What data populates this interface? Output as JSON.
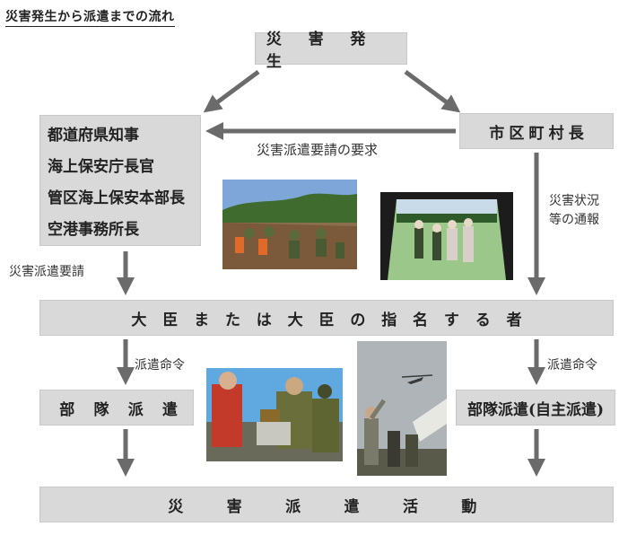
{
  "title": "災害発生から派遣までの流れ",
  "nodes": {
    "disaster": "災 害 発 生",
    "mayor": "市区町村長",
    "governors": [
      "都道府県知事",
      "海上保安庁長官",
      "管区海上保安本部長",
      "空港事務所長"
    ],
    "minister": "大臣または大臣の指名する者",
    "dispatch_left": "部 隊 派 遣",
    "dispatch_right": "部隊派遣(自主派遣)",
    "activity": "災 害 派 遣 活 動"
  },
  "edges": {
    "mayor_to_gov": "災害派遣要請の要求",
    "gov_to_min": "災害派遣要請",
    "mayor_to_min": [
      "災害状況",
      "等の通報"
    ],
    "min_to_left": "派遣命令",
    "min_to_right": "派遣命令"
  },
  "colors": {
    "box": "#d9d9d9",
    "arrow": "#6b6b6b"
  }
}
